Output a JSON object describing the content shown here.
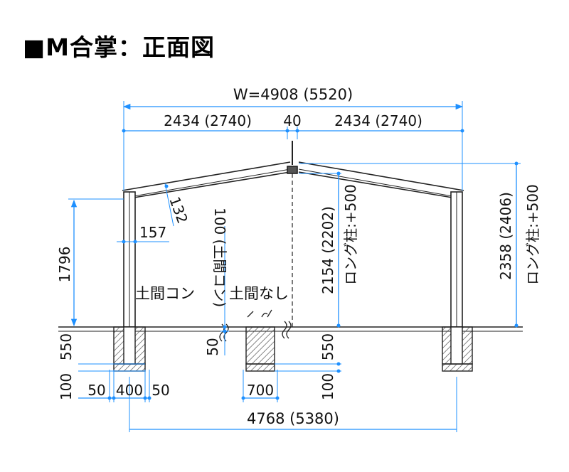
{
  "title": "■M合掌：正面図",
  "colors": {
    "dimension": "#1e90ff",
    "line": "#222222",
    "hatch": "#333333",
    "post_fill": "#ffffff"
  },
  "dimensions": {
    "overall_width": "W=4908 (5520)",
    "left_span": "2434 (2740)",
    "center_gap": "40",
    "right_span": "2434 (2740)",
    "rafter_depth": "132",
    "post_width": "157",
    "height_left": "1796",
    "height_center": "2154 (2202)",
    "height_center_long": "ロング柱:+500",
    "height_right": "2358 (2406)",
    "height_right_long": "ロング柱:+500",
    "earth_floor_vertical": "100 (土間コン)",
    "footing_left_depth": "550",
    "footing_left_base": "100",
    "gap_left": "50",
    "footing_left_width": "400",
    "gap_right": "50",
    "slab_50": "50",
    "footing_center_width": "700",
    "footing_center_depth": "550",
    "footing_center_base": "100",
    "footing_pitch": "4768 (5380)"
  },
  "labels": {
    "with_concrete": "土間コン",
    "without_concrete": "土間なし"
  }
}
